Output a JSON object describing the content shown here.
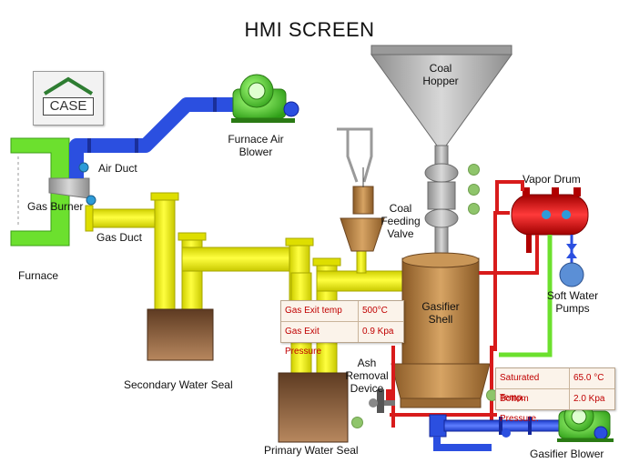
{
  "screen": {
    "title": "HMI SCREEN"
  },
  "logo": {
    "text": "CASE"
  },
  "labels": {
    "coal_hopper": [
      "Coal",
      "Hopper"
    ],
    "furnace_air_blower": [
      "Furnace Air",
      "Blower"
    ],
    "air_duct": "Air Duct",
    "gas_burner": "Gas Burner",
    "gas_duct": "Gas Duct",
    "furnace": "Furnace",
    "coal_feeding_valve": [
      "Coal",
      "Feeding",
      "Valve"
    ],
    "vapor_drum": "Vapor Drum",
    "soft_water_pumps": [
      "Soft Water",
      "Pumps"
    ],
    "gasifier_shell": [
      "Gasifier",
      "Shell"
    ],
    "ash_removal_device": [
      "Ash",
      "Removal",
      "Device"
    ],
    "secondary_water_seal": "Secondary Water Seal",
    "primary_water_seal": "Primary Water Seal",
    "gasifier_blower": "Gasifier Blower"
  },
  "readouts": {
    "gas_exit": [
      {
        "label": "Gas Exit temp",
        "value": "500°C"
      },
      {
        "label": "Gas Exit Pressure",
        "value": "0.9 Kpa"
      }
    ],
    "saturated": [
      {
        "label": "Saturated Temp.",
        "value": "65.0 °C"
      },
      {
        "label": "Bottom Pressure.",
        "value": "2.0 Kpa"
      }
    ]
  },
  "colors": {
    "pipe_yellow": "#f2f200",
    "pipe_blue": "#2b4fe0",
    "pipe_green": "#6ce02e",
    "pipe_red": "#d81b1b",
    "shell_brown": "#b5803e",
    "hopper_gray": "#a8a8a8",
    "seal_brown": "#7a5234",
    "status_led": "#8fc56b"
  }
}
